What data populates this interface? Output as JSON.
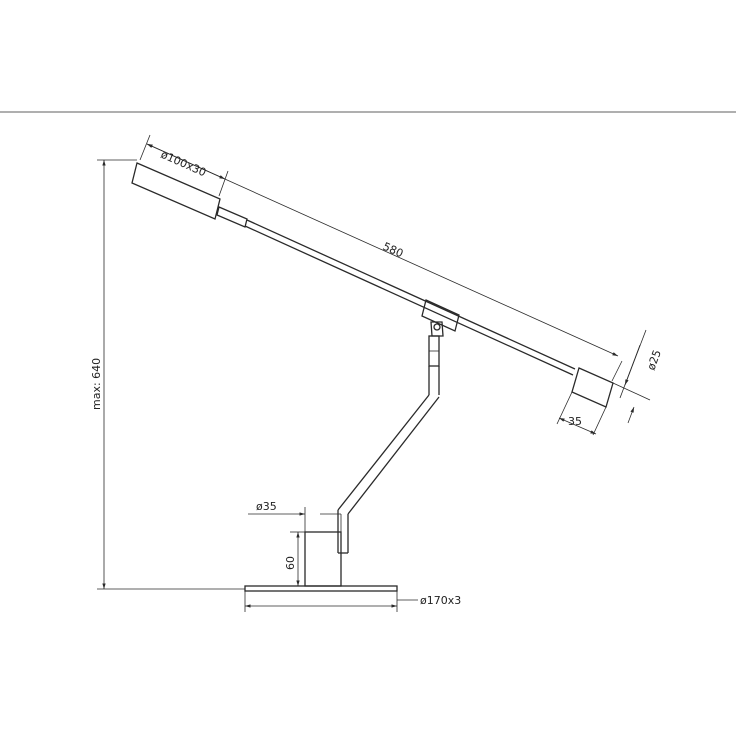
{
  "dimensions": {
    "head_diameter": "ø100x30",
    "arm_length": "580",
    "counterweight_diameter": "ø25",
    "counterweight_length": "35",
    "max_height": "max: 640",
    "stem_diameter": "ø35",
    "stem_height": "60",
    "base_diameter": "ø170x3"
  }
}
